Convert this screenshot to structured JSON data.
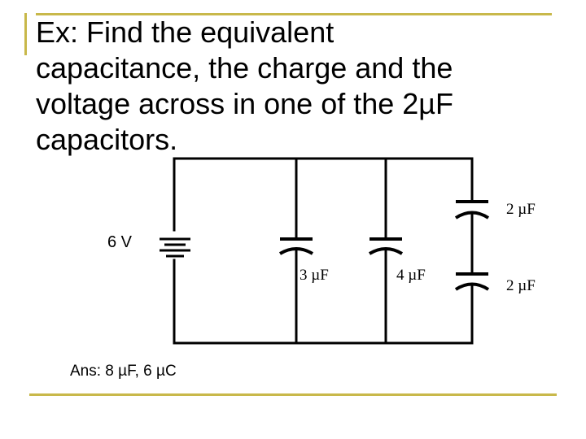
{
  "slide": {
    "title": "Ex: Find the equivalent\ncapacitance, the charge and the\nvoltage across in one of the 2µF\ncapacitors.",
    "answer": "Ans: 8 µF, 6 µC",
    "accent_color": "#c8b84a"
  },
  "circuit": {
    "source_label": "6 V",
    "cap_3_label": "3 µF",
    "cap_4_label": "4 µF",
    "cap_2_top_label": "2 µF",
    "cap_2_bottom_label": "2 µF"
  }
}
